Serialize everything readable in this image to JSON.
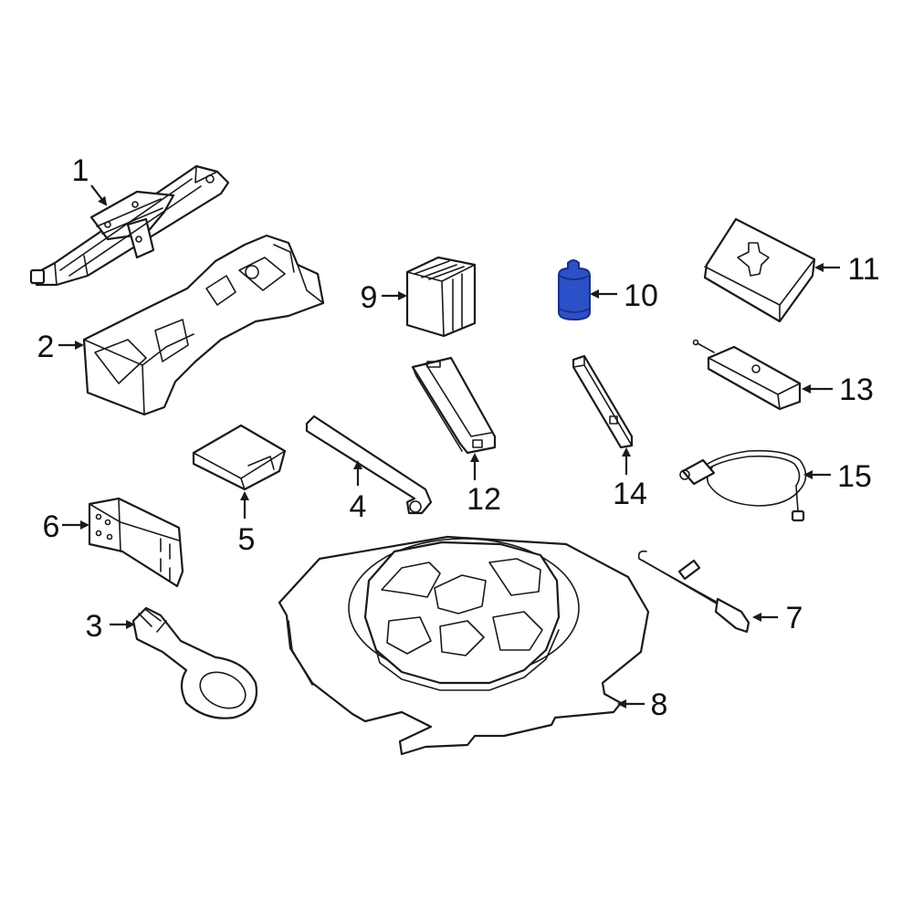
{
  "colors": {
    "line": "#1a1a1a",
    "highlight_fill": "#2b50c8",
    "highlight_dark": "#1a2f85",
    "background": "#ffffff"
  },
  "callouts": {
    "c1": "1",
    "c2": "2",
    "c3": "3",
    "c4": "4",
    "c5": "5",
    "c6": "6",
    "c7": "7",
    "c8": "8",
    "c9": "9",
    "c10": "10",
    "c11": "11",
    "c12": "12",
    "c13": "13",
    "c14": "14",
    "c15": "15"
  },
  "highlighted_part": "10"
}
